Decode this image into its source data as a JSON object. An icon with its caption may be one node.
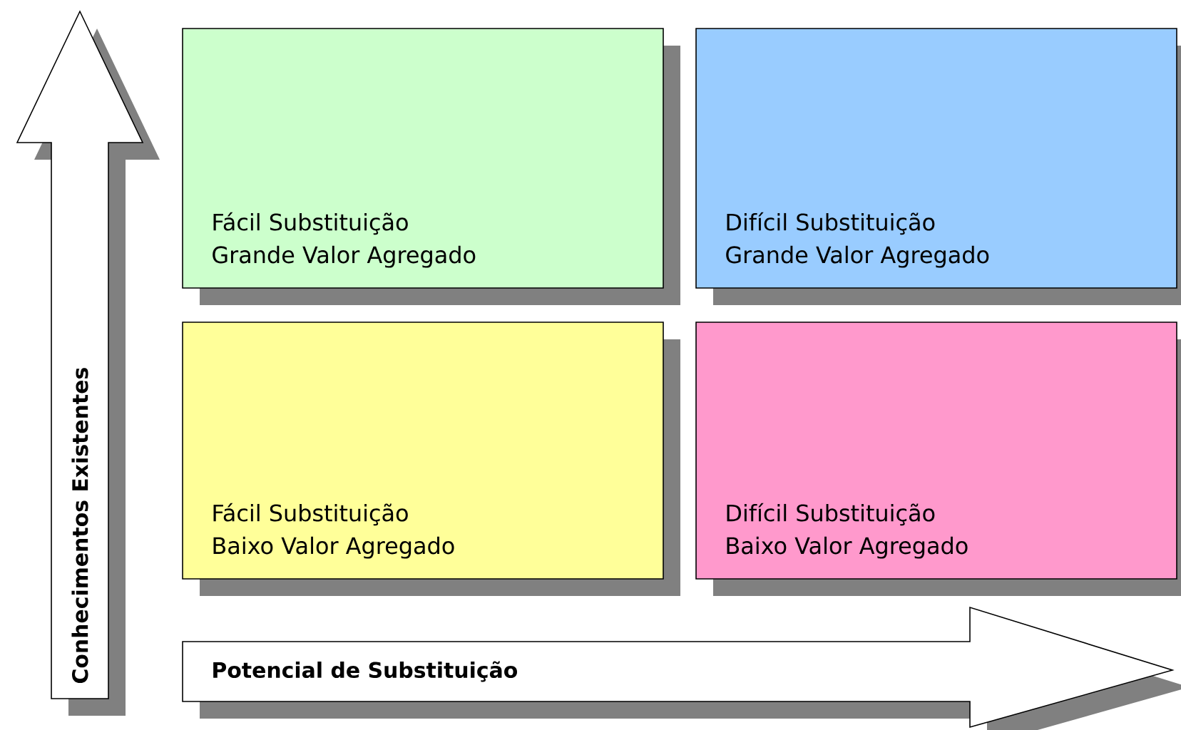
{
  "diagram": {
    "nodes": [
      {
        "text": [
          "Conhecimentos Existentes"
        ]
      },
      {
        "text": [
          "Fácil Substituição",
          "Grande Valor Agregado"
        ]
      },
      {
        "text": [
          "Difícil Substituição",
          "Grande Valor Agregado"
        ]
      },
      {
        "text": [
          "Fácil Substituição",
          "Baixo Valor Agregado"
        ]
      },
      {
        "text": [
          "Difícil Substituição",
          "Baixo Valor Agregado"
        ]
      },
      {
        "text": [
          "Potencial de Substituição"
        ]
      }
    ],
    "edges": []
  }
}
